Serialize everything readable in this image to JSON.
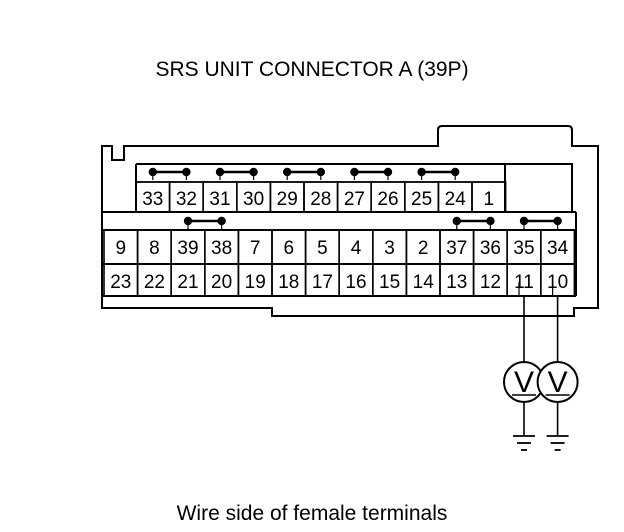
{
  "title": "SRS UNIT CONNECTOR A (39P)",
  "caption": "Wire side of female terminals",
  "meter_symbol": "V",
  "rows": {
    "top": [
      "33",
      "32",
      "31",
      "30",
      "29",
      "28",
      "27",
      "26",
      "25",
      "24",
      "1"
    ],
    "middle": [
      "9",
      "8",
      "39",
      "38",
      "7",
      "6",
      "5",
      "4",
      "3",
      "2",
      "37",
      "36",
      "35",
      "34"
    ],
    "bottom": [
      "23",
      "22",
      "21",
      "20",
      "19",
      "18",
      "17",
      "16",
      "15",
      "14",
      "13",
      "12",
      "11",
      "10"
    ]
  },
  "shorting_bars": [
    [
      "33",
      "32"
    ],
    [
      "31",
      "30"
    ],
    [
      "29",
      "28"
    ],
    [
      "27",
      "26"
    ],
    [
      "25",
      "24"
    ],
    [
      "39",
      "38"
    ],
    [
      "37",
      "36"
    ],
    [
      "35",
      "34"
    ]
  ],
  "probe_terminals": [
    "11",
    "10"
  ]
}
